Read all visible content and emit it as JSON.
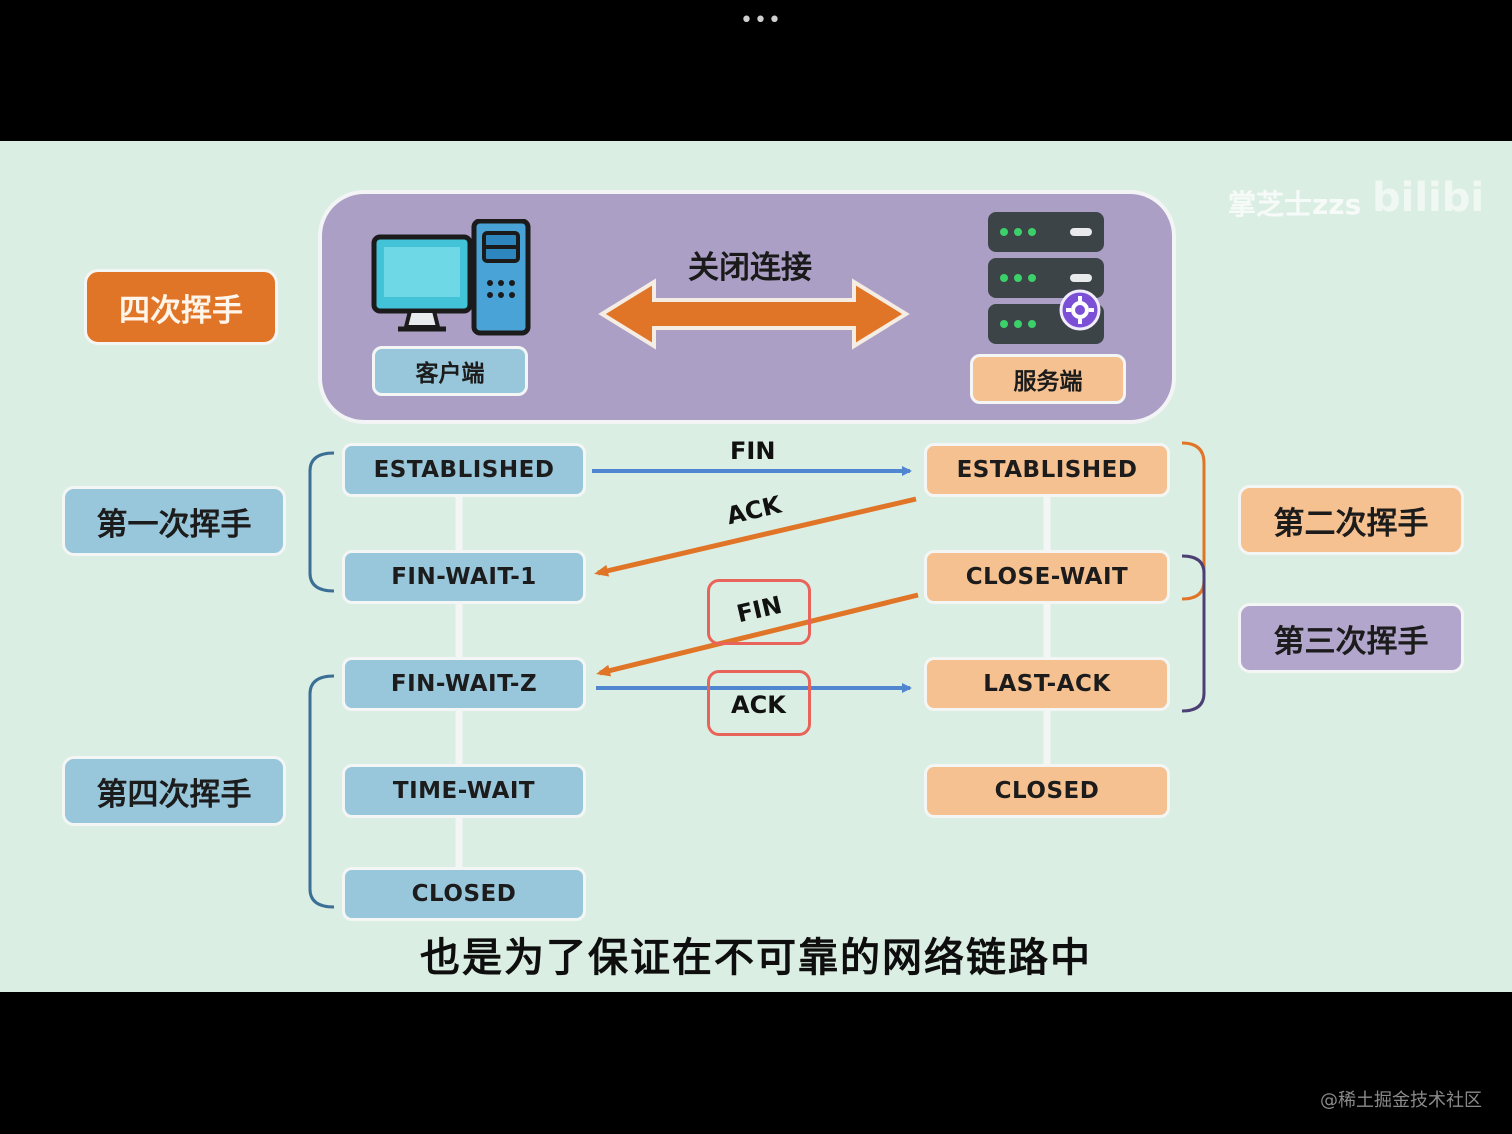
{
  "window": {
    "menu_dots": "•••"
  },
  "title": "四次挥手",
  "header": {
    "client_label": "客户端",
    "server_label": "服务端",
    "action_label": "关闭连接"
  },
  "steps": {
    "first": "第一次挥手",
    "second": "第二次挥手",
    "third": "第三次挥手",
    "fourth": "第四次挥手"
  },
  "client_states": [
    "ESTABLISHED",
    "FIN-WAIT-1",
    "FIN-WAIT-Z",
    "TIME-WAIT",
    "CLOSED"
  ],
  "server_states": [
    "ESTABLISHED",
    "CLOSE-WAIT",
    "LAST-ACK",
    "CLOSED"
  ],
  "messages": {
    "fin_1": "FIN",
    "ack_1": "ACK",
    "fin_2": "FIN",
    "ack_2": "ACK"
  },
  "subtitle": "也是为了保证在不可靠的网络链路中",
  "watermarks": {
    "top_right": "掌芝士zzs",
    "bottom_right": "@稀土掘金技术社区"
  },
  "colors": {
    "client": "#98c6da",
    "server": "#f6c190",
    "accent_orange": "#e07427",
    "arrow_blue": "#4f86cf",
    "arrow_orange": "#e07427",
    "highlight": "#e8645a"
  }
}
